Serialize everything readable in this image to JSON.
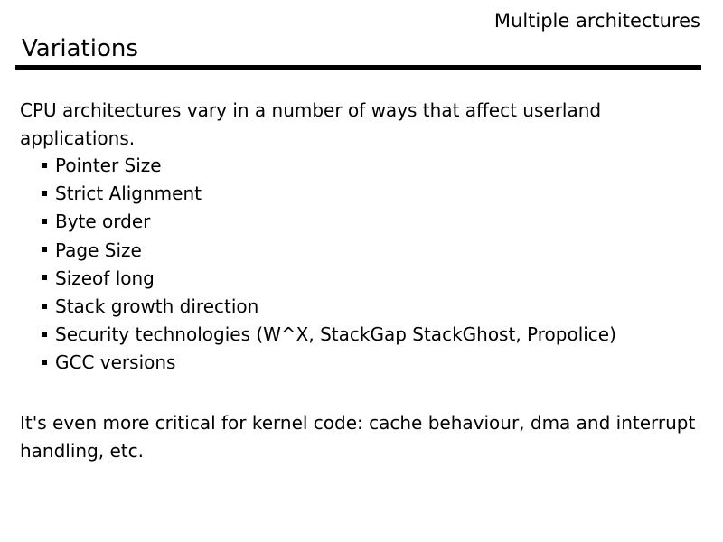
{
  "header": {
    "section": "Multiple architectures",
    "title": "Variations"
  },
  "body": {
    "intro": "CPU architectures vary in a number of ways that affect userland applications.",
    "bullets": [
      "Pointer Size",
      "Strict Alignment",
      "Byte order",
      "Page Size",
      "Sizeof long",
      "Stack growth direction",
      "Security technologies (W^X, StackGap StackGhost, Propolice)",
      "GCC versions"
    ],
    "closing": "It's even more critical for kernel code: cache behaviour, dma and interrupt handling, etc."
  }
}
